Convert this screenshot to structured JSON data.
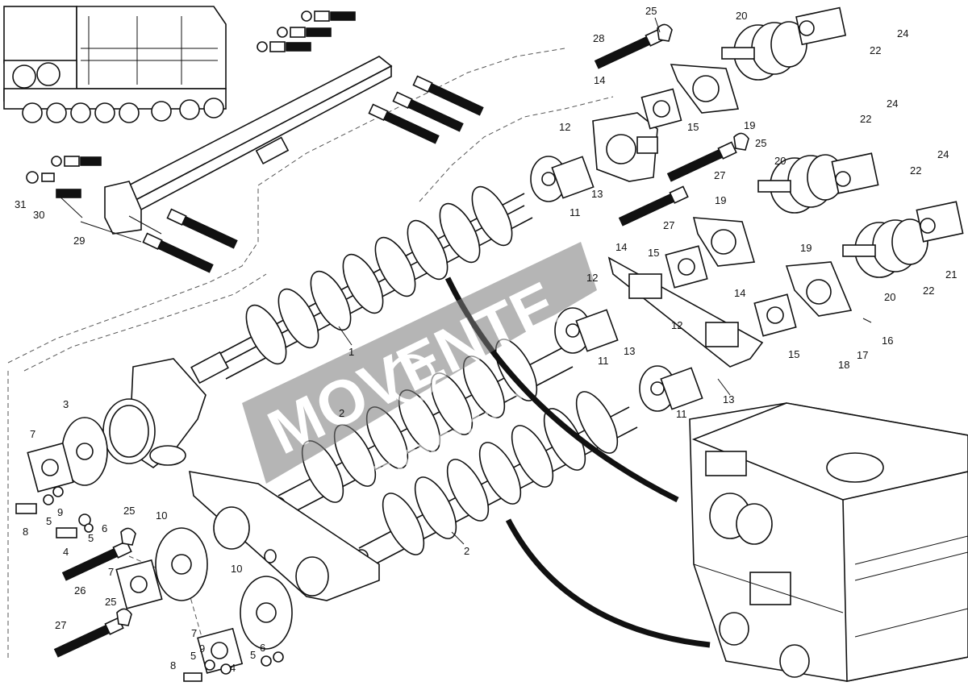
{
  "watermark": {
    "main": "MOVENTE",
    "sub": "movente.it"
  },
  "callouts": [
    {
      "id": "c25a",
      "text": "25"
    },
    {
      "id": "c28",
      "text": "28"
    },
    {
      "id": "c20a",
      "text": "20"
    },
    {
      "id": "c24a",
      "text": "24"
    },
    {
      "id": "c22a",
      "text": "22"
    },
    {
      "id": "c14a",
      "text": "14"
    },
    {
      "id": "c15a",
      "text": "15"
    },
    {
      "id": "c19a",
      "text": "19"
    },
    {
      "id": "c12a",
      "text": "12"
    },
    {
      "id": "c25b",
      "text": "25"
    },
    {
      "id": "c22b",
      "text": "22"
    },
    {
      "id": "c24b",
      "text": "24"
    },
    {
      "id": "c20b",
      "text": "20"
    },
    {
      "id": "c27a",
      "text": "27"
    },
    {
      "id": "c13a",
      "text": "13"
    },
    {
      "id": "c11a",
      "text": "11"
    },
    {
      "id": "c22c",
      "text": "22"
    },
    {
      "id": "c24c",
      "text": "24"
    },
    {
      "id": "c19b",
      "text": "19"
    },
    {
      "id": "c27b",
      "text": "27"
    },
    {
      "id": "c19c",
      "text": "19"
    },
    {
      "id": "c14b",
      "text": "14"
    },
    {
      "id": "c15b",
      "text": "15"
    },
    {
      "id": "c20c",
      "text": "20"
    },
    {
      "id": "c22d",
      "text": "22"
    },
    {
      "id": "c21",
      "text": "21"
    },
    {
      "id": "c12b",
      "text": "12"
    },
    {
      "id": "c14c",
      "text": "14"
    },
    {
      "id": "c1",
      "text": "1"
    },
    {
      "id": "c11b",
      "text": "11"
    },
    {
      "id": "c13b",
      "text": "13"
    },
    {
      "id": "c12c",
      "text": "12"
    },
    {
      "id": "c15c",
      "text": "15"
    },
    {
      "id": "c18",
      "text": "18"
    },
    {
      "id": "c17",
      "text": "17"
    },
    {
      "id": "c16",
      "text": "16"
    },
    {
      "id": "c13c",
      "text": "13"
    },
    {
      "id": "c11c",
      "text": "11"
    },
    {
      "id": "c31",
      "text": "31"
    },
    {
      "id": "c30",
      "text": "30"
    },
    {
      "id": "c29",
      "text": "29"
    },
    {
      "id": "c3",
      "text": "3"
    },
    {
      "id": "c7a",
      "text": "7"
    },
    {
      "id": "c2a",
      "text": "2"
    },
    {
      "id": "c9a",
      "text": "9"
    },
    {
      "id": "c6a",
      "text": "6"
    },
    {
      "id": "c5a",
      "text": "5"
    },
    {
      "id": "c8a",
      "text": "8"
    },
    {
      "id": "c25c",
      "text": "25"
    },
    {
      "id": "c5b",
      "text": "5"
    },
    {
      "id": "c10a",
      "text": "10"
    },
    {
      "id": "c4a",
      "text": "4"
    },
    {
      "id": "c26",
      "text": "26"
    },
    {
      "id": "c7b",
      "text": "7"
    },
    {
      "id": "c2b",
      "text": "2"
    },
    {
      "id": "c10b",
      "text": "10"
    },
    {
      "id": "c25d",
      "text": "25"
    },
    {
      "id": "c27c",
      "text": "27"
    },
    {
      "id": "c7c",
      "text": "7"
    },
    {
      "id": "c9b",
      "text": "9"
    },
    {
      "id": "c5c",
      "text": "5"
    },
    {
      "id": "c6b",
      "text": "6"
    },
    {
      "id": "c8b",
      "text": "8"
    },
    {
      "id": "c5d",
      "text": "5"
    },
    {
      "id": "c4b",
      "text": "4"
    }
  ]
}
